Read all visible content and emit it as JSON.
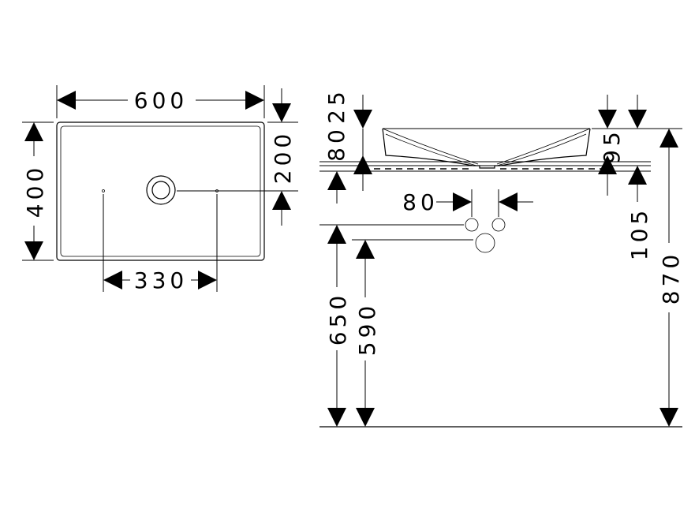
{
  "dimensions": {
    "top_width": "600",
    "top_depth": "400",
    "outlet_offset": "200",
    "hole_spacing": "330",
    "rim_height": "25",
    "bowl_height": "80",
    "bowl_height_right": "95",
    "wall_offset": "105",
    "drain_spacing": "80",
    "counter_height": "870",
    "supply_height": "650",
    "drain_height": "590"
  },
  "colors": {
    "line": "#000000",
    "background": "#ffffff"
  }
}
